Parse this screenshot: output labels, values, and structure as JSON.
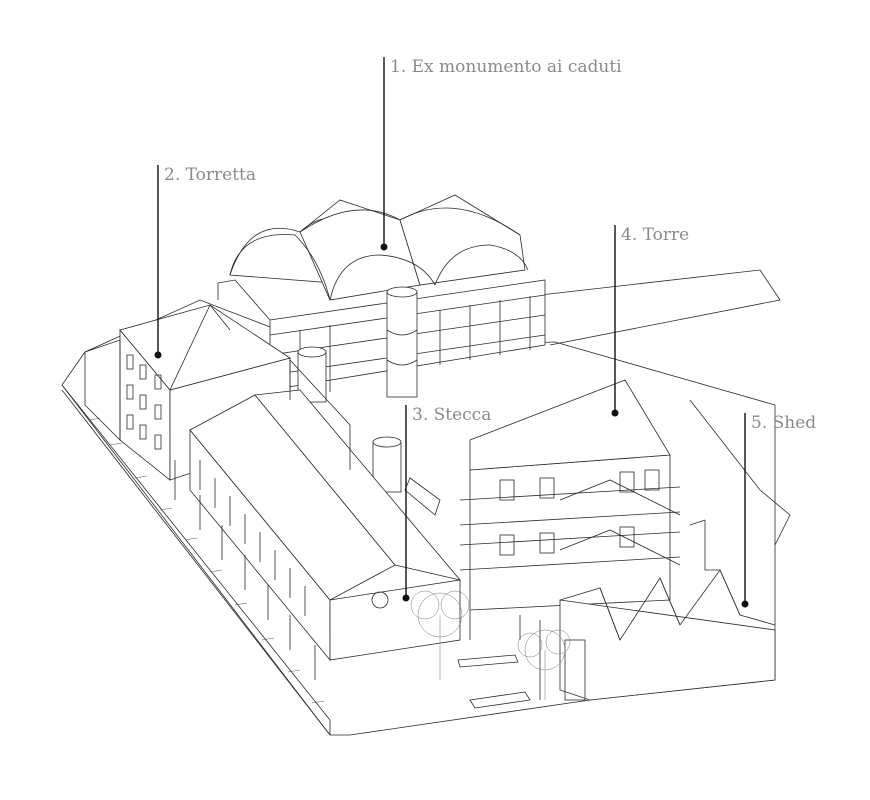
{
  "labels": [
    {
      "id": "monumento",
      "text": "1. Ex monumento ai caduti"
    },
    {
      "id": "torretta",
      "text": "2. Torretta"
    },
    {
      "id": "stecca",
      "text": "3. Stecca"
    },
    {
      "id": "torre",
      "text": "4. Torre"
    },
    {
      "id": "shed",
      "text": "5. Shed"
    }
  ],
  "colors": {
    "line": "#2b2b2b",
    "label": "#8a8a8a",
    "leader": "#111111"
  }
}
